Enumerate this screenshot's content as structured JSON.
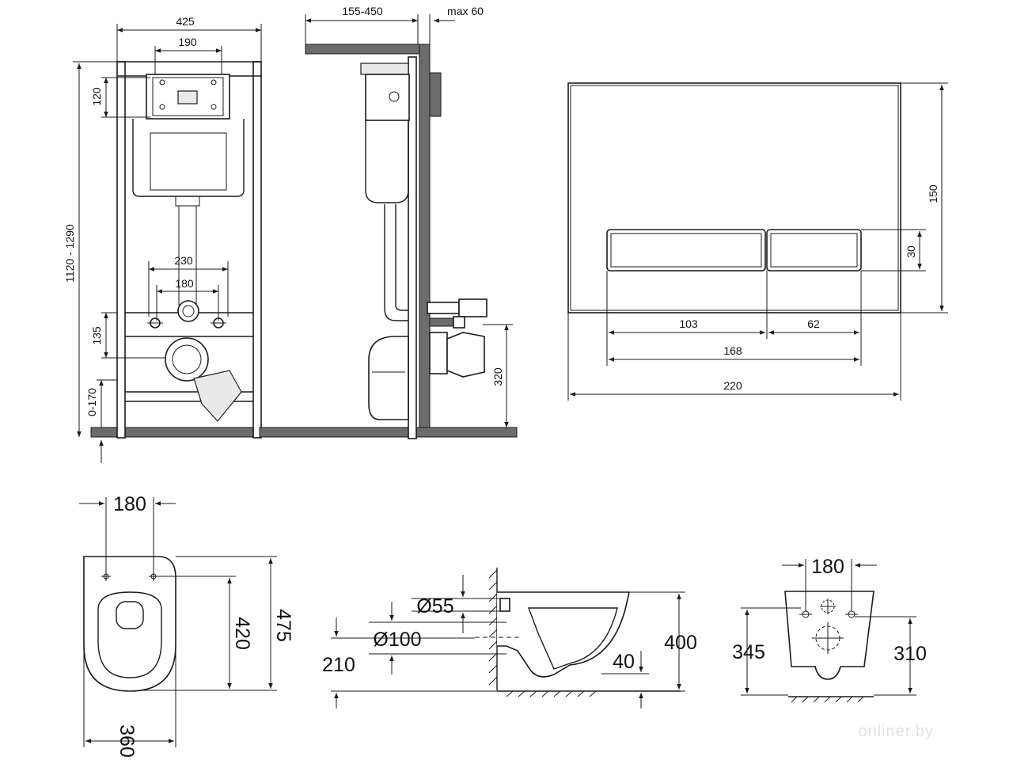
{
  "frame_front": {
    "width": "425",
    "top_span": "190",
    "panel_height": "120",
    "total_height": "1120 - 1290",
    "pipe_span": "230",
    "bolt_span": "180",
    "outlet_height": "135",
    "adjust": "0-170"
  },
  "frame_side": {
    "wall_depth": "155-450",
    "wall_max": "max 60",
    "outlet": "320"
  },
  "flush_plate": {
    "width": "220",
    "height": "150",
    "button_height": "30",
    "button_left": "103",
    "button_right": "62",
    "button_total": "168"
  },
  "bowl_top": {
    "bolt_span": "180",
    "length_inner": "420",
    "length": "475",
    "width": "360"
  },
  "bowl_side": {
    "inlet": "Ø55",
    "outlet": "Ø100",
    "outlet_height": "210",
    "height": "400",
    "rim_gap": "40"
  },
  "bowl_back": {
    "bolt_span": "180",
    "height_left": "345",
    "height_right": "310"
  },
  "watermark": "onliner.by"
}
